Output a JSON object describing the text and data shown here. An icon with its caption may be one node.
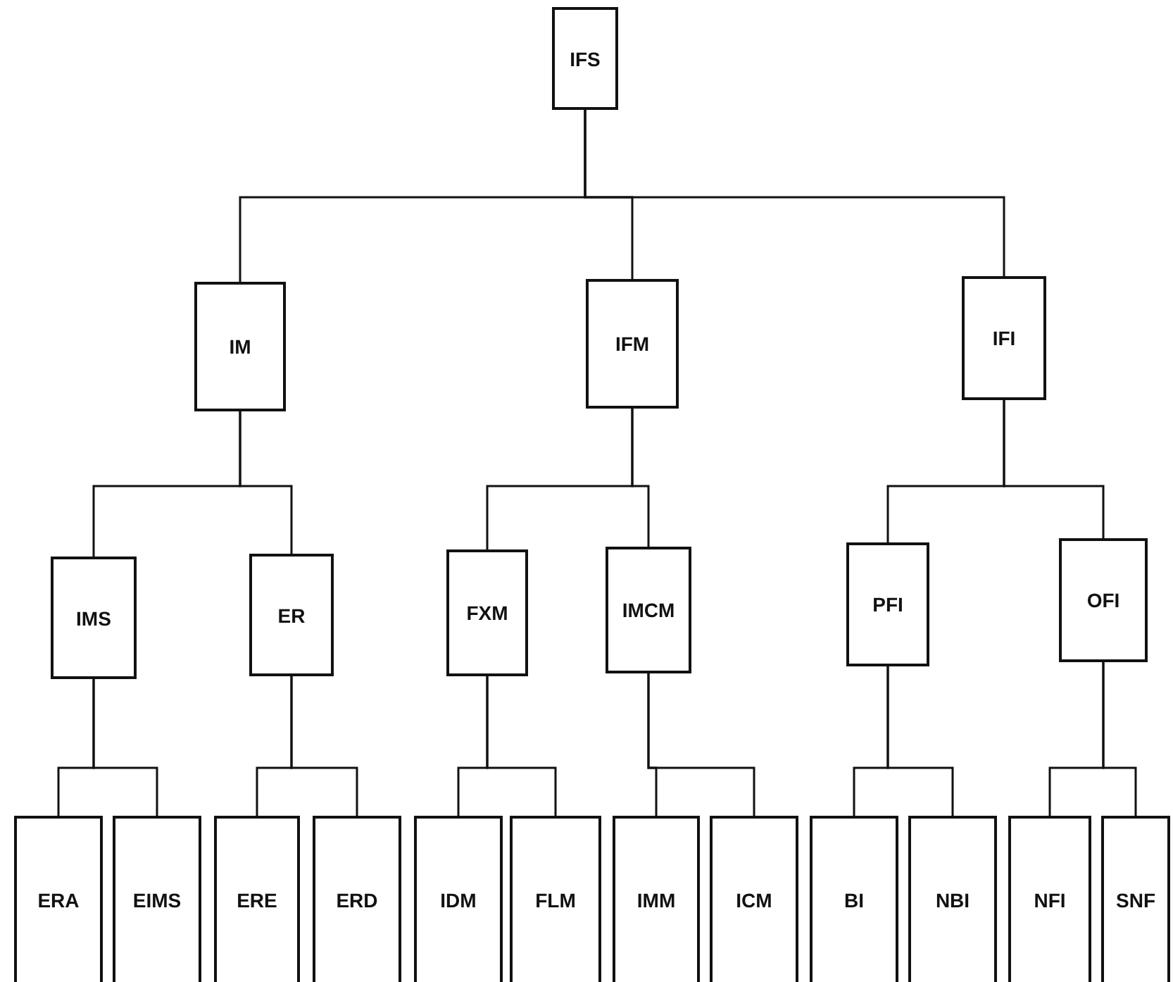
{
  "diagram": {
    "nodes": [
      {
        "text": [
          "IFS"
        ]
      },
      {
        "text": [
          "IM"
        ]
      },
      {
        "text": [
          "IFM"
        ]
      },
      {
        "text": [
          "IFI"
        ]
      },
      {
        "text": [
          "IMS"
        ]
      },
      {
        "text": [
          "ER"
        ]
      },
      {
        "text": [
          "FXM"
        ]
      },
      {
        "text": [
          "IMCM"
        ]
      },
      {
        "text": [
          "PFI"
        ]
      },
      {
        "text": [
          "OFI"
        ]
      },
      {
        "text": [
          "ERA"
        ]
      },
      {
        "text": [
          "EIMS"
        ]
      },
      {
        "text": [
          "ERE"
        ]
      },
      {
        "text": [
          "ERD"
        ]
      },
      {
        "text": [
          "IDM"
        ]
      },
      {
        "text": [
          "FLM"
        ]
      },
      {
        "text": [
          "IMM"
        ]
      },
      {
        "text": [
          "ICM"
        ]
      },
      {
        "text": [
          "BI"
        ]
      },
      {
        "text": [
          "NBI"
        ]
      },
      {
        "text": [
          "NFI"
        ]
      },
      {
        "text": [
          "SNF"
        ]
      }
    ],
    "edges": [
      {
        "from": 0,
        "to": 1,
        "arrow": "none"
      },
      {
        "from": 0,
        "to": 2,
        "arrow": "none"
      },
      {
        "from": 0,
        "to": 3,
        "arrow": "none"
      },
      {
        "from": 1,
        "to": 4,
        "arrow": "none"
      },
      {
        "from": 1,
        "to": 5,
        "arrow": "none"
      },
      {
        "from": 2,
        "to": 6,
        "arrow": "none"
      },
      {
        "from": 2,
        "to": 7,
        "arrow": "none"
      },
      {
        "from": 3,
        "to": 8,
        "arrow": "none"
      },
      {
        "from": 3,
        "to": 9,
        "arrow": "none"
      },
      {
        "from": 4,
        "to": 10,
        "arrow": "none"
      },
      {
        "from": 4,
        "to": 11,
        "arrow": "none"
      },
      {
        "from": 5,
        "to": 12,
        "arrow": "none"
      },
      {
        "from": 5,
        "to": 13,
        "arrow": "none"
      },
      {
        "from": 6,
        "to": 14,
        "arrow": "none"
      },
      {
        "from": 6,
        "to": 15,
        "arrow": "none"
      },
      {
        "from": 7,
        "to": 16,
        "arrow": "none"
      },
      {
        "from": 7,
        "to": 17,
        "arrow": "none"
      },
      {
        "from": 8,
        "to": 18,
        "arrow": "none"
      },
      {
        "from": 8,
        "to": 19,
        "arrow": "none"
      },
      {
        "from": 9,
        "to": 20,
        "arrow": "none"
      },
      {
        "from": 9,
        "to": 21,
        "arrow": "none"
      }
    ]
  }
}
